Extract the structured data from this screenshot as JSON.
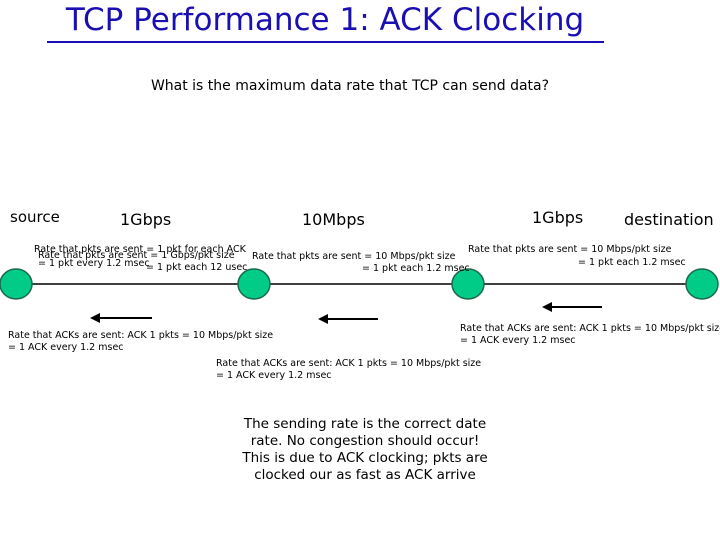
{
  "title": "TCP Performance 1: ACK Clocking",
  "question": "What is the maximum data rate that TCP can send data?",
  "nodes": {
    "source": "source",
    "destination": "destination"
  },
  "links": {
    "link1": "1Gbps",
    "link2": "10Mbps",
    "link3": "1Gbps"
  },
  "notes": {
    "source_line1": "Rate that pkts are sent = 1 pkt for each ACK",
    "source_line2": "Rate that pkts are sent = 1 Gbps/pkt size",
    "source_line3": "= 1 pkt every 1.2 msec",
    "source_line4": "= 1 pkt each 12 usec",
    "mid_line1": "Rate that pkts are sent = 10 Mbps/pkt size",
    "mid_line2": "= 1 pkt each 1.2 msec",
    "right_line1": "Rate that pkts are sent = 10 Mbps/pkt size",
    "right_line2": "= 1 pkt each 1.2 msec",
    "ack_left_line1": "Rate that ACKs are sent: ACK 1 pkts = 10 Mbps/pkt size",
    "ack_left_line2": "= 1 ACK every 1.2 msec",
    "ack_mid_line1": "Rate that ACKs are sent: ACK 1 pkts = 10 Mbps/pkt size",
    "ack_mid_line2": "= 1 ACK every 1.2 msec",
    "ack_right_line1": "Rate that ACKs are sent: ACK 1 pkts = 10 Mbps/pkt size",
    "ack_right_line2": "= 1 ACK every 1.2 msec"
  },
  "callout": "The sending rate is the correct date rate. No congestion should occur! This is due to ACK clocking; pkts are clocked our as fast as ACK arrive",
  "colors": {
    "title": "#1a0fb3",
    "node_fill": "#00cc88",
    "node_stroke": "#1a6b4a"
  }
}
